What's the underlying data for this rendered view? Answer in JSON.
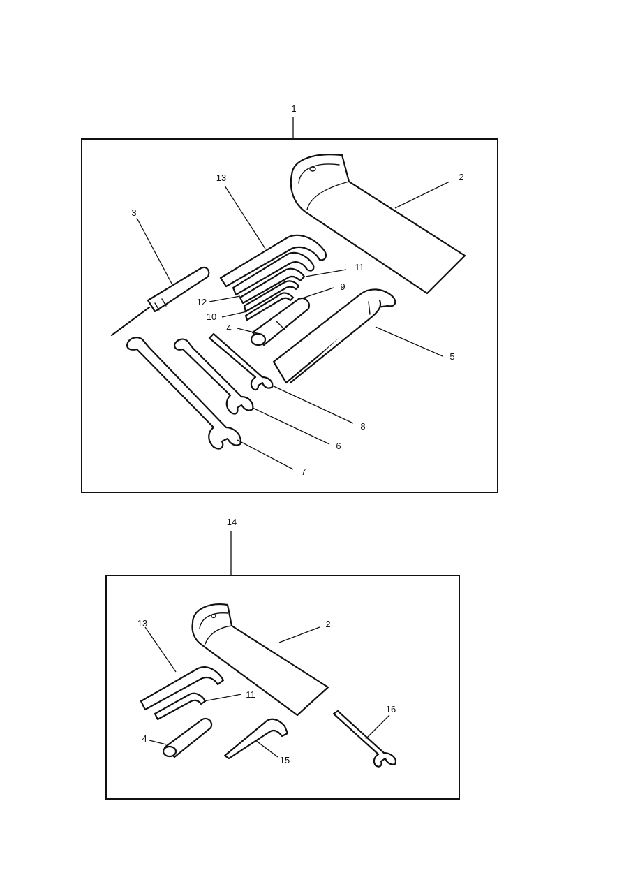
{
  "diagrams": [
    {
      "callouts": [
        {
          "id": "c1",
          "label": "1"
        },
        {
          "id": "c2",
          "label": "2"
        },
        {
          "id": "c3",
          "label": "3"
        },
        {
          "id": "c4",
          "label": "4"
        },
        {
          "id": "c5",
          "label": "5"
        },
        {
          "id": "c6",
          "label": "6"
        },
        {
          "id": "c7",
          "label": "7"
        },
        {
          "id": "c8",
          "label": "8"
        },
        {
          "id": "c9",
          "label": "9"
        },
        {
          "id": "c10",
          "label": "10"
        },
        {
          "id": "c11",
          "label": "11"
        },
        {
          "id": "c12",
          "label": "12"
        },
        {
          "id": "c13",
          "label": "13"
        }
      ]
    },
    {
      "callouts": [
        {
          "id": "c14",
          "label": "14"
        },
        {
          "id": "c2",
          "label": "2"
        },
        {
          "id": "c13",
          "label": "13"
        },
        {
          "id": "c11",
          "label": "11"
        },
        {
          "id": "c4",
          "label": "4"
        },
        {
          "id": "c15",
          "label": "15"
        },
        {
          "id": "c16",
          "label": "16"
        }
      ]
    }
  ]
}
